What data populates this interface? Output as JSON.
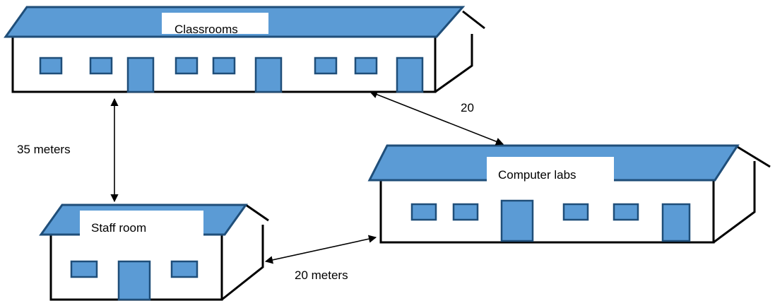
{
  "colors": {
    "roof_fill": "#5b9bd5",
    "roof_stroke": "#1f4e79",
    "window_fill": "#5b9bd5",
    "window_stroke": "#1f4e79",
    "wall_fill": "#ffffff",
    "outline": "#000000"
  },
  "buildings": {
    "classrooms": {
      "label": "Classrooms"
    },
    "computer_labs": {
      "label": "Computer labs"
    },
    "staff_room": {
      "label": "Staff room"
    }
  },
  "connections": {
    "classrooms_to_staff_room": "35 meters",
    "classrooms_to_computer_labs": "20",
    "staff_room_to_computer_labs": "20 meters"
  }
}
